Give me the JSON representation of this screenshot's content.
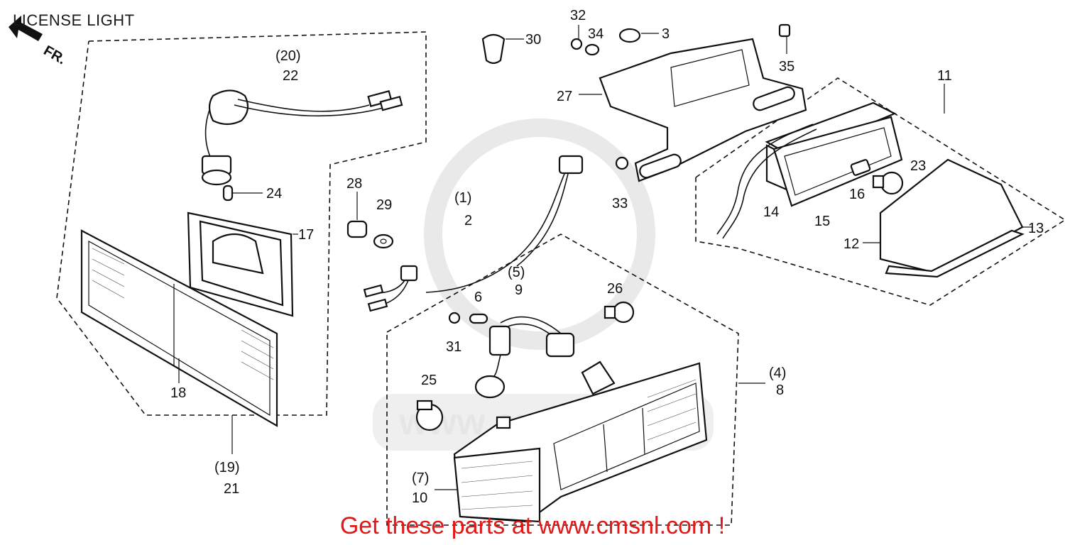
{
  "header": {
    "title": "LICENSE LIGHT"
  },
  "direction_marker": {
    "label": "FR."
  },
  "footer": {
    "cta": "Get these parts at www.cmsnl.com !"
  },
  "watermark": {
    "text": "www.cmsnl.com"
  },
  "callouts": [
    {
      "id": "c20",
      "text": "(20)"
    },
    {
      "id": "c22",
      "text": "22"
    },
    {
      "id": "c24",
      "text": "24"
    },
    {
      "id": "c17",
      "text": "17"
    },
    {
      "id": "c18",
      "text": "18"
    },
    {
      "id": "c19",
      "text": "(19)"
    },
    {
      "id": "c21",
      "text": "21"
    },
    {
      "id": "c30",
      "text": "30"
    },
    {
      "id": "c32",
      "text": "32"
    },
    {
      "id": "c34",
      "text": "34"
    },
    {
      "id": "c3",
      "text": "3"
    },
    {
      "id": "c35",
      "text": "35"
    },
    {
      "id": "c27",
      "text": "27"
    },
    {
      "id": "c11",
      "text": "11"
    },
    {
      "id": "c28",
      "text": "28"
    },
    {
      "id": "c29",
      "text": "29"
    },
    {
      "id": "c1",
      "text": "(1)"
    },
    {
      "id": "c2",
      "text": "2"
    },
    {
      "id": "c33",
      "text": "33"
    },
    {
      "id": "c23",
      "text": "23"
    },
    {
      "id": "c16",
      "text": "16"
    },
    {
      "id": "c14",
      "text": "14"
    },
    {
      "id": "c15",
      "text": "15"
    },
    {
      "id": "c13",
      "text": "13"
    },
    {
      "id": "c12",
      "text": "12"
    },
    {
      "id": "c5",
      "text": "(5)"
    },
    {
      "id": "c9",
      "text": "9"
    },
    {
      "id": "c6",
      "text": "6"
    },
    {
      "id": "c26",
      "text": "26"
    },
    {
      "id": "c31",
      "text": "31"
    },
    {
      "id": "c25",
      "text": "25"
    },
    {
      "id": "c4",
      "text": "(4)"
    },
    {
      "id": "c8",
      "text": "8"
    },
    {
      "id": "c7",
      "text": "(7)"
    },
    {
      "id": "c10",
      "text": "10"
    }
  ]
}
